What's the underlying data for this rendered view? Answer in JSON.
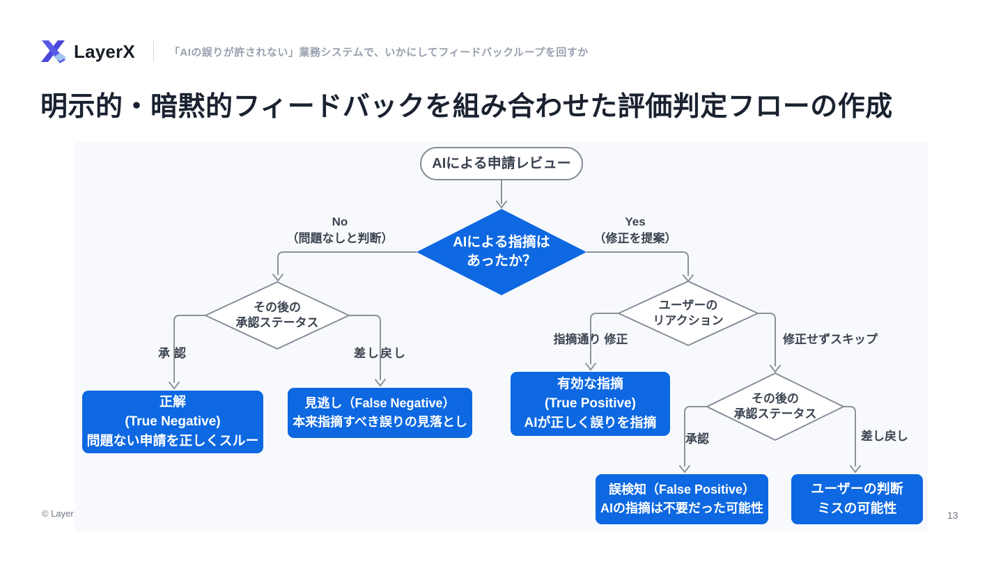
{
  "header": {
    "logo_text": "LayerX",
    "subtitle": "「AIの誤りが許されない」業務システムで、いかにしてフィードバックループを回すか"
  },
  "title": "明示的・暗黙的フィードバックを組み合わせた評価判定フローの作成",
  "footer": {
    "copyright": "© Layer",
    "page_number": "13"
  },
  "colors": {
    "accent_blue": "#0d68e1",
    "line_gray": "#8b929b",
    "panel_background": "#f8f9fc",
    "title_text": "#1a2230"
  },
  "flowchart": {
    "start_node": "AIによる申請レビュー",
    "root_decision": {
      "lines": [
        "AIによる指摘は",
        "あったか？"
      ]
    },
    "branch_no": {
      "label": "No",
      "sublabel": "（問題なしと判断）"
    },
    "branch_yes": {
      "label": "Yes",
      "sublabel": "（修正を提案）"
    },
    "decision_left": {
      "lines": [
        "その後の",
        "承認ステータス"
      ]
    },
    "decision_right": {
      "lines": [
        "ユーザーの",
        "リアクション"
      ]
    },
    "decision_right2": {
      "lines": [
        "その後の",
        "承認ステータス"
      ]
    },
    "edge_labels": {
      "approve_left": "承認",
      "sendback_left": "差し戻し",
      "fix_as_pointed": "指摘通り 修正",
      "skip_without_fix": "修正せずスキップ",
      "approve_right": "承認",
      "sendback_right": "差し戻し"
    },
    "outcomes": {
      "true_negative": {
        "lines": [
          "正解",
          "(True Negative)",
          "問題ない申請を正しくスルー"
        ]
      },
      "false_negative": {
        "lines": [
          "見逃し（False Negative）",
          "本来指摘すべき誤りの見落とし"
        ]
      },
      "true_positive": {
        "lines": [
          "有効な指摘",
          "(True Positive)",
          "AIが正しく誤りを指摘"
        ]
      },
      "false_positive": {
        "lines": [
          "誤検知（False Positive）",
          "AIの指摘は不要だった可能性"
        ]
      },
      "user_misjudge": {
        "lines": [
          "ユーザーの判断",
          "ミスの可能性"
        ]
      }
    }
  }
}
